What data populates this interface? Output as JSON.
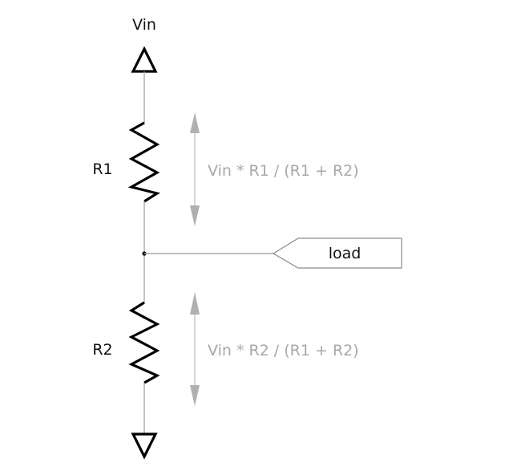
{
  "diagram": {
    "title": "Voltage divider",
    "vin_label": "Vin",
    "r1_label": "R1",
    "r2_label": "R2",
    "formula_top": "Vin * R1 / (R1 + R2)",
    "formula_bottom": "Vin * R2 / (R1 + R2)",
    "load_label": "load",
    "colors": {
      "symbol": "#000000",
      "wire": "#a9a9a9",
      "annotation": "#a8a8a8"
    }
  }
}
